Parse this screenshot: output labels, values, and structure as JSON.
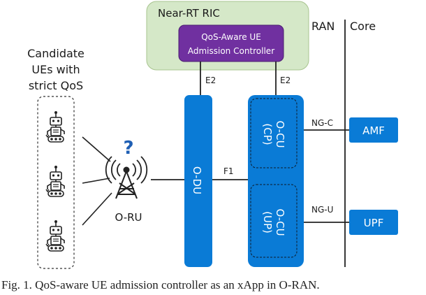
{
  "ric": {
    "title": "Near-RT RIC",
    "controller_line1": "QoS-Aware UE",
    "controller_line2": "Admission Controller"
  },
  "domains": {
    "ran": "RAN",
    "core": "Core"
  },
  "ues": {
    "label_line1": "Candidate",
    "label_line2": "UEs with",
    "label_line3": "strict QoS"
  },
  "oru": {
    "label": "O-RU",
    "unknown_mark": "?"
  },
  "odu": {
    "label": "O-DU"
  },
  "ocu_cp": {
    "line1": "O-CU",
    "line2": "(CP)"
  },
  "ocu_up": {
    "line1": "O-CU",
    "line2": "(UP)"
  },
  "interfaces": {
    "e2_du": "E2",
    "e2_cu": "E2",
    "f1": "F1",
    "ngc": "NG-C",
    "ngu": "NG-U"
  },
  "core": {
    "amf": "AMF",
    "upf": "UPF"
  },
  "caption": "Fig. 1.   QoS-aware UE admission controller as an xApp in O-RAN.",
  "colors": {
    "ric_fill": "#d5e8c8",
    "controller_fill": "#7030a0",
    "blue": "#0a7bd6",
    "text": "#1a1a1a",
    "question": "#1f5fb4"
  }
}
